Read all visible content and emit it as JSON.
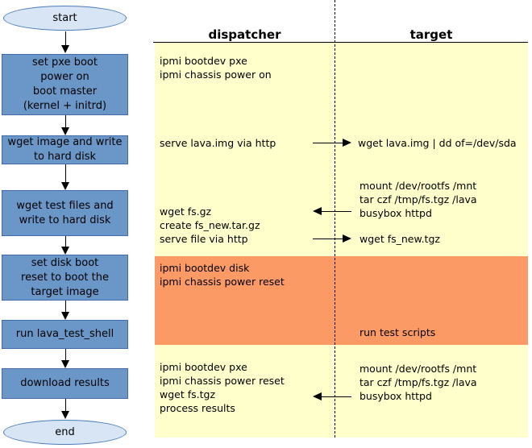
{
  "colors": {
    "process_fill": "#6b96c8",
    "process_border": "#3f6ca6",
    "terminator_fill": "#d8e5f5",
    "terminator_border": "#4a7ebb",
    "lane_background": "#ffffcc",
    "highlight_background": "#fc9a66",
    "line_color": "#000000"
  },
  "flowchart": {
    "nodes": [
      {
        "type": "terminator",
        "label": "start"
      },
      {
        "type": "process",
        "label": "set pxe boot\npower on\nboot master\n(kernel + initrd)"
      },
      {
        "type": "process",
        "label": "wget image and write\nto hard disk"
      },
      {
        "type": "process",
        "label": "wget test files and\nwrite to hard disk"
      },
      {
        "type": "process",
        "label": "set disk boot\nreset to boot the\ntarget image"
      },
      {
        "type": "process",
        "label": "run lava_test_shell"
      },
      {
        "type": "process",
        "label": "download results"
      },
      {
        "type": "terminator",
        "label": "end"
      }
    ]
  },
  "sequence": {
    "headers": {
      "left": "dispatcher",
      "right": "target"
    },
    "phase1": {
      "dispatcher_init": "ipmi bootdev pxe\nipmi chassis power on",
      "serve_image": "serve lava.img via http",
      "wget_image": "wget lava.img | dd of=/dev/sda",
      "target_prepare": "mount /dev/rootfs /mnt\ntar czf /tmp/fs.tgz /lava\nbusybox httpd",
      "dispatcher_fetch": "wget fs.gz\ncreate fs_new.tar.gz\nserve file via http",
      "wget_new": "wget fs_new.tgz"
    },
    "phase2": {
      "dispatcher_boot_disk": "ipmi bootdev disk\nipmi chassis power reset",
      "run_tests": "run test scripts"
    },
    "phase3": {
      "dispatcher_finish": "ipmi bootdev pxe\nipmi chassis power reset\nwget fs.tgz\nprocess results",
      "target_collect": "mount /dev/rootfs /mnt\ntar czf /tmp/fs.tgz /lava\nbusybox httpd"
    }
  }
}
